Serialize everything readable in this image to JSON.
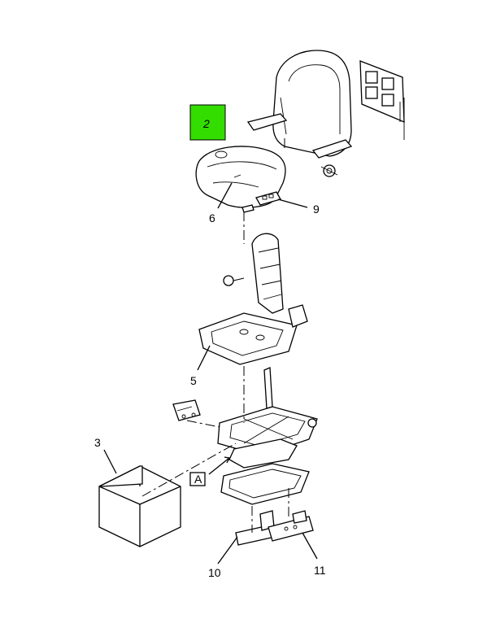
{
  "callouts": {
    "item_2": "2",
    "item_3": "3",
    "item_5": "5",
    "item_6": "6",
    "item_9": "9",
    "item_10": "10",
    "item_11": "11",
    "view_a": "A"
  },
  "highlight": {
    "item": "2",
    "color": "#33dd00"
  }
}
